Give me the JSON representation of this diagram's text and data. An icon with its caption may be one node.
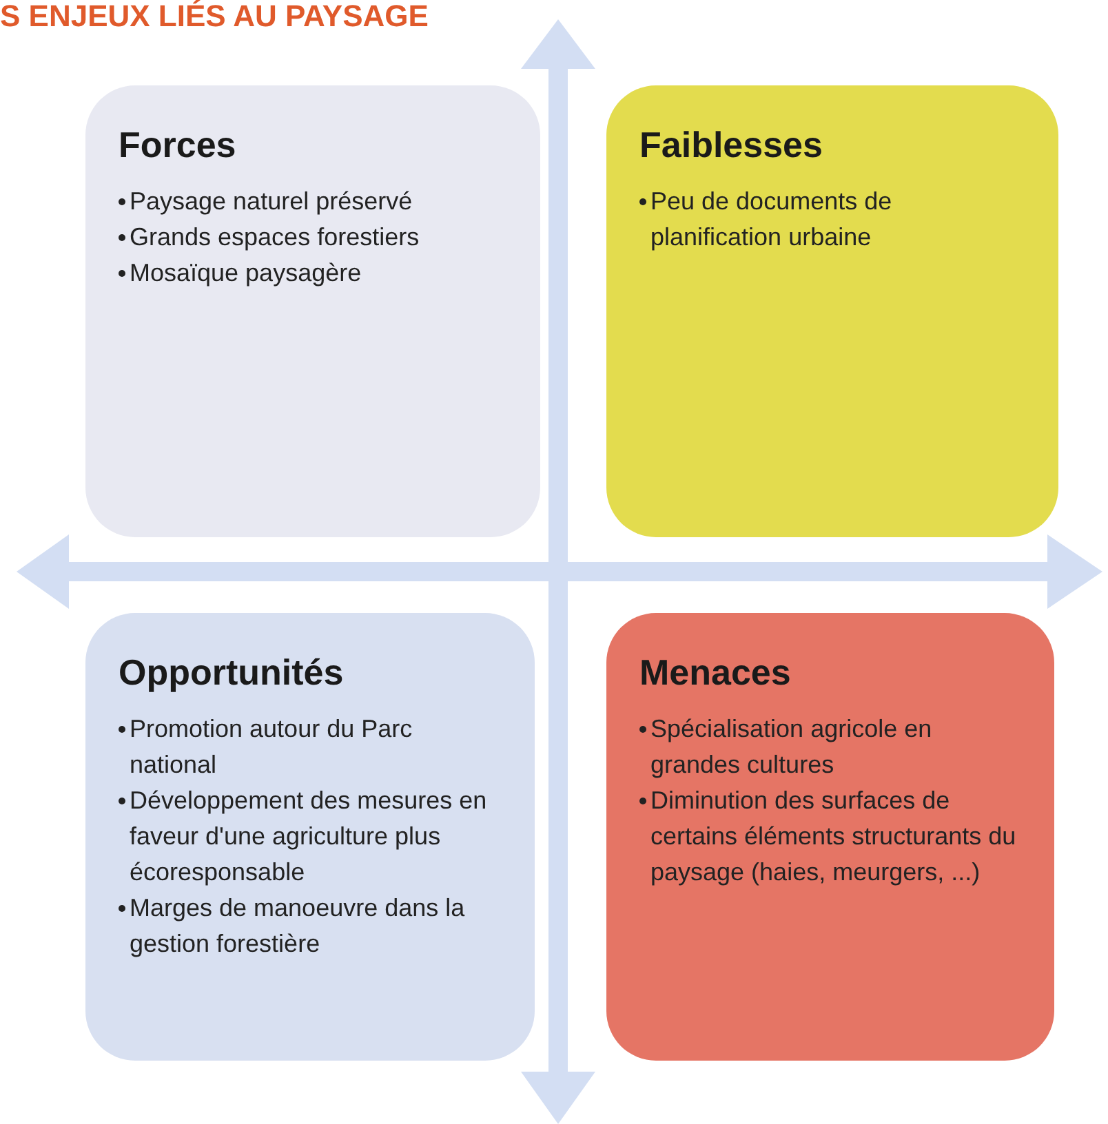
{
  "diagram": {
    "title": "S ENJEUX LIÉS AU PAYSAGE",
    "nodes": [
      {
        "text": [
          "Forces",
          "Paysage naturel préservé",
          "Grands espaces forestiers",
          "Mosaïque paysagère"
        ]
      },
      {
        "text": [
          "Faiblesses",
          "Peu de documents de planification urbaine"
        ]
      },
      {
        "text": [
          "Opportunités",
          "Promotion autour du Parc national",
          "Développement des mesures en faveur d'une agriculture plus écoresponsable",
          "Marges de manoeuvre dans la gestion forestière"
        ]
      },
      {
        "text": [
          "Menaces",
          "Spécialisation agricole en grandes cultures",
          "Diminution des surfaces de certains éléments structurants du paysage (haies, meurgers, ...)"
        ]
      }
    ],
    "edges": []
  }
}
